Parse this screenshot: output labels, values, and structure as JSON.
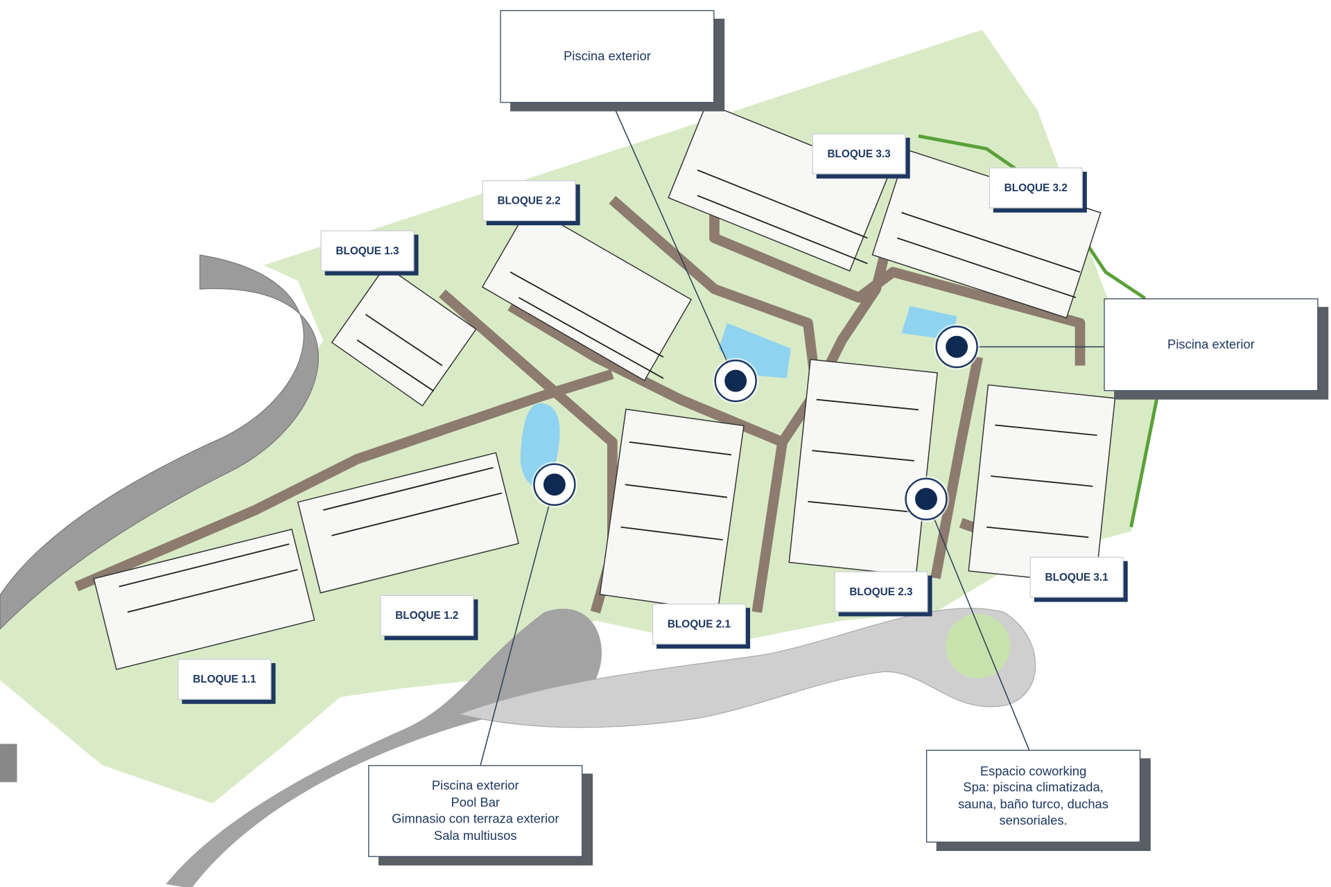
{
  "blocks": [
    {
      "id": "1.1",
      "label": "BLOQUE 1.1"
    },
    {
      "id": "1.2",
      "label": "BLOQUE 1.2"
    },
    {
      "id": "1.3",
      "label": "BLOQUE 1.3"
    },
    {
      "id": "2.1",
      "label": "BLOQUE 2.1"
    },
    {
      "id": "2.2",
      "label": "BLOQUE 2.2"
    },
    {
      "id": "2.3",
      "label": "BLOQUE 2.3"
    },
    {
      "id": "3.1",
      "label": "BLOQUE 3.1"
    },
    {
      "id": "3.2",
      "label": "BLOQUE 3.2"
    },
    {
      "id": "3.3",
      "label": "BLOQUE 3.3"
    }
  ],
  "callouts": {
    "top": {
      "lines": [
        "Piscina exterior"
      ]
    },
    "right": {
      "lines": [
        "Piscina exterior"
      ]
    },
    "bottom_left": {
      "lines": [
        "Piscina exterior",
        "Pool Bar",
        "Gimnasio con terraza exterior",
        "Sala multiusos"
      ]
    },
    "bottom_right": {
      "lines": [
        "Espacio coworking",
        "Spa: piscina climatizada,",
        "sauna, baño turco, duchas",
        "sensoriales."
      ]
    }
  },
  "colors": {
    "navy": "#1d3761",
    "green": "#d6e9c0",
    "path": "#8c7b6e",
    "road": "#9a9a9a",
    "pool": "#8fd3f0"
  }
}
